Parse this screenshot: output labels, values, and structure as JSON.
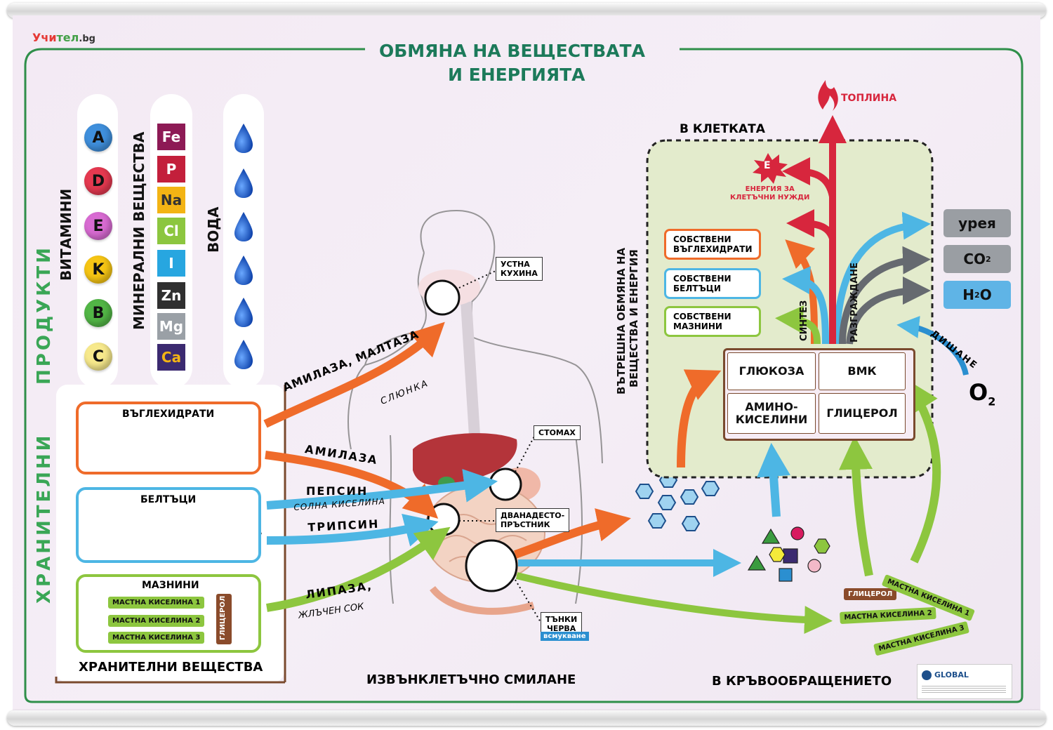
{
  "logo": {
    "part1": "Учи",
    "part2": "тел",
    "part3": ".bg"
  },
  "title": {
    "line1": "ОБМЯНА НА ВЕЩЕСТВАТА",
    "line2": "И ЕНЕРГИЯТА"
  },
  "left_panel": {
    "side_label_1": "ХРАНИТЕЛНИ",
    "side_label_2": "ПРОДУКТИ",
    "vitamins": {
      "label": "ВИТАМИНИ",
      "items": [
        "A",
        "D",
        "E",
        "K",
        "B",
        "C"
      ]
    },
    "minerals": {
      "label": "МИНЕРАЛНИ ВЕЩЕСТВА",
      "items": [
        "Fe",
        "P",
        "Na",
        "Cl",
        "I",
        "Zn",
        "Mg",
        "Ca"
      ]
    },
    "water": {
      "label": "ВОДА"
    },
    "carbs": {
      "label": "ВЪГЛЕХИДРАТИ"
    },
    "proteins": {
      "label": "БЕЛТЪЦИ"
    },
    "fats": {
      "label": "МАЗНИНИ",
      "acid1": "МАСТНА КИСЕЛИНА 1",
      "acid2": "МАСТНА КИСЕЛИНА 2",
      "acid3": "МАСТНА КИСЕЛИНА 3",
      "glycerol": "ГЛИЦЕРОЛ"
    },
    "footer": "ХРАНИТЕЛНИ ВЕЩЕСТВА"
  },
  "enzymes": {
    "amylase_maltase": "АМИЛАЗА, МАЛТАЗА",
    "saliva": "СЛЮНКА",
    "amylase": "АМИЛАЗА",
    "pepsin": "ПЕПСИН",
    "hcl": "СОЛНА КИСЕЛИНА",
    "trypsin": "ТРИПСИН",
    "lipase": "ЛИПАЗА,",
    "bile": "ЖЛЪЧЕН СОК"
  },
  "organs": {
    "mouth": "УСТНА\nКУХИНА",
    "stomach": "СТОМАХ",
    "duodenum": "ДВАНАДЕСТО-\nПРЪСТНИК",
    "intestine": "ТЪНКИ\nЧЕРВА",
    "absorption": "всмукване"
  },
  "cell": {
    "label": "В КЛЕТКАТА",
    "heat": "ТОПЛИНА",
    "energy_symbol": "E",
    "energy_label": "ЕНЕРГИЯ ЗА\nКЛЕТЪЧНИ НУЖДИ",
    "inner_label_1": "ВЪТРЕШНА ОБМЯНА НА",
    "inner_label_2": "ВЕЩЕСТВА И ЕНЕРГИЯ",
    "synthesis": "СИНТЕЗ",
    "breakdown": "РАЗГРАЖДАНЕ",
    "own_carbs": "СОБСТВЕНИ\nВЪГЛЕХИДРАТИ",
    "own_proteins": "СОБСТВЕНИ\nБЕЛТЪЦИ",
    "own_fats": "СОБСТВЕНИ\nМАЗНИНИ",
    "glucose": "ГЛЮКОЗА",
    "vmk": "ВМК",
    "amino": "АМИНО-\nКИСЕЛИНИ",
    "glycerol": "ГЛИЦЕРОЛ"
  },
  "outputs": {
    "urea": "урея",
    "co2_main": "CO",
    "co2_sub": "2",
    "h2o_main": "H",
    "h2o_sub": "2",
    "h2o_end": "O"
  },
  "breathing": {
    "label": "ДИШАНЕ",
    "o2_main": "O",
    "o2_sub": "2"
  },
  "blood": {
    "glycerol": "ГЛИЦЕРОЛ",
    "acid1": "МАСТНА КИСЕЛИНА 1",
    "acid2": "МАСТНА КИСЕЛИНА 2",
    "acid3": "МАСТНА КИСЕЛИНА 3"
  },
  "bottom": {
    "digestion": "ИЗВЪНКЛЕТЪЧНО СМИЛАНЕ",
    "circulation": "В КРЪВООБРАЩЕНИЕТО",
    "publisher": "GLOBAL"
  },
  "colors": {
    "orange": "#ef6b2a",
    "blue": "#4db6e4",
    "green": "#8dc63f",
    "red": "#d7263d",
    "gray": "#666a70",
    "title_green": "#1c7a5a",
    "brown": "#7a4a2e"
  }
}
